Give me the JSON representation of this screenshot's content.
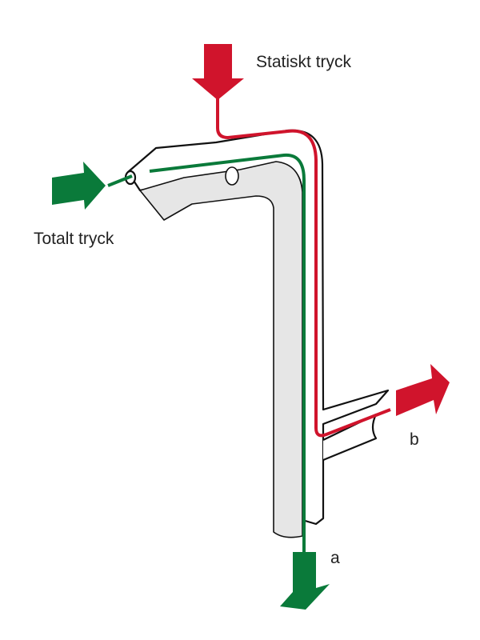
{
  "labels": {
    "static_pressure": "Statiskt tryck",
    "total_pressure": "Totalt tryck",
    "outlet_a": "a",
    "outlet_b": "b"
  },
  "colors": {
    "red": "#d0142c",
    "green": "#0a7a3a",
    "tube_fill": "#e6e6e6",
    "outline": "#111111"
  }
}
